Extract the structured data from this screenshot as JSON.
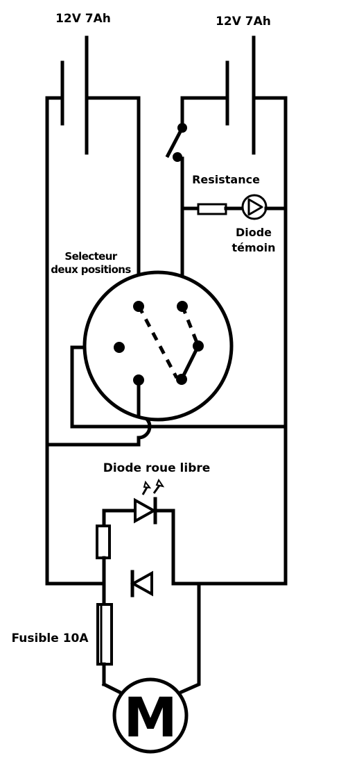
{
  "labels": {
    "battery_left": "12V 7Ah",
    "battery_right": "12V 7Ah",
    "resistance": "Resistance",
    "diode_temoin_1": "Diode",
    "diode_temoin_2": "témoin",
    "selector_1": "Selecteur",
    "selector_2": "deux positions",
    "diode_roue_libre": "Diode roue libre",
    "fuse": "Fusible 10A",
    "motor": "M"
  }
}
